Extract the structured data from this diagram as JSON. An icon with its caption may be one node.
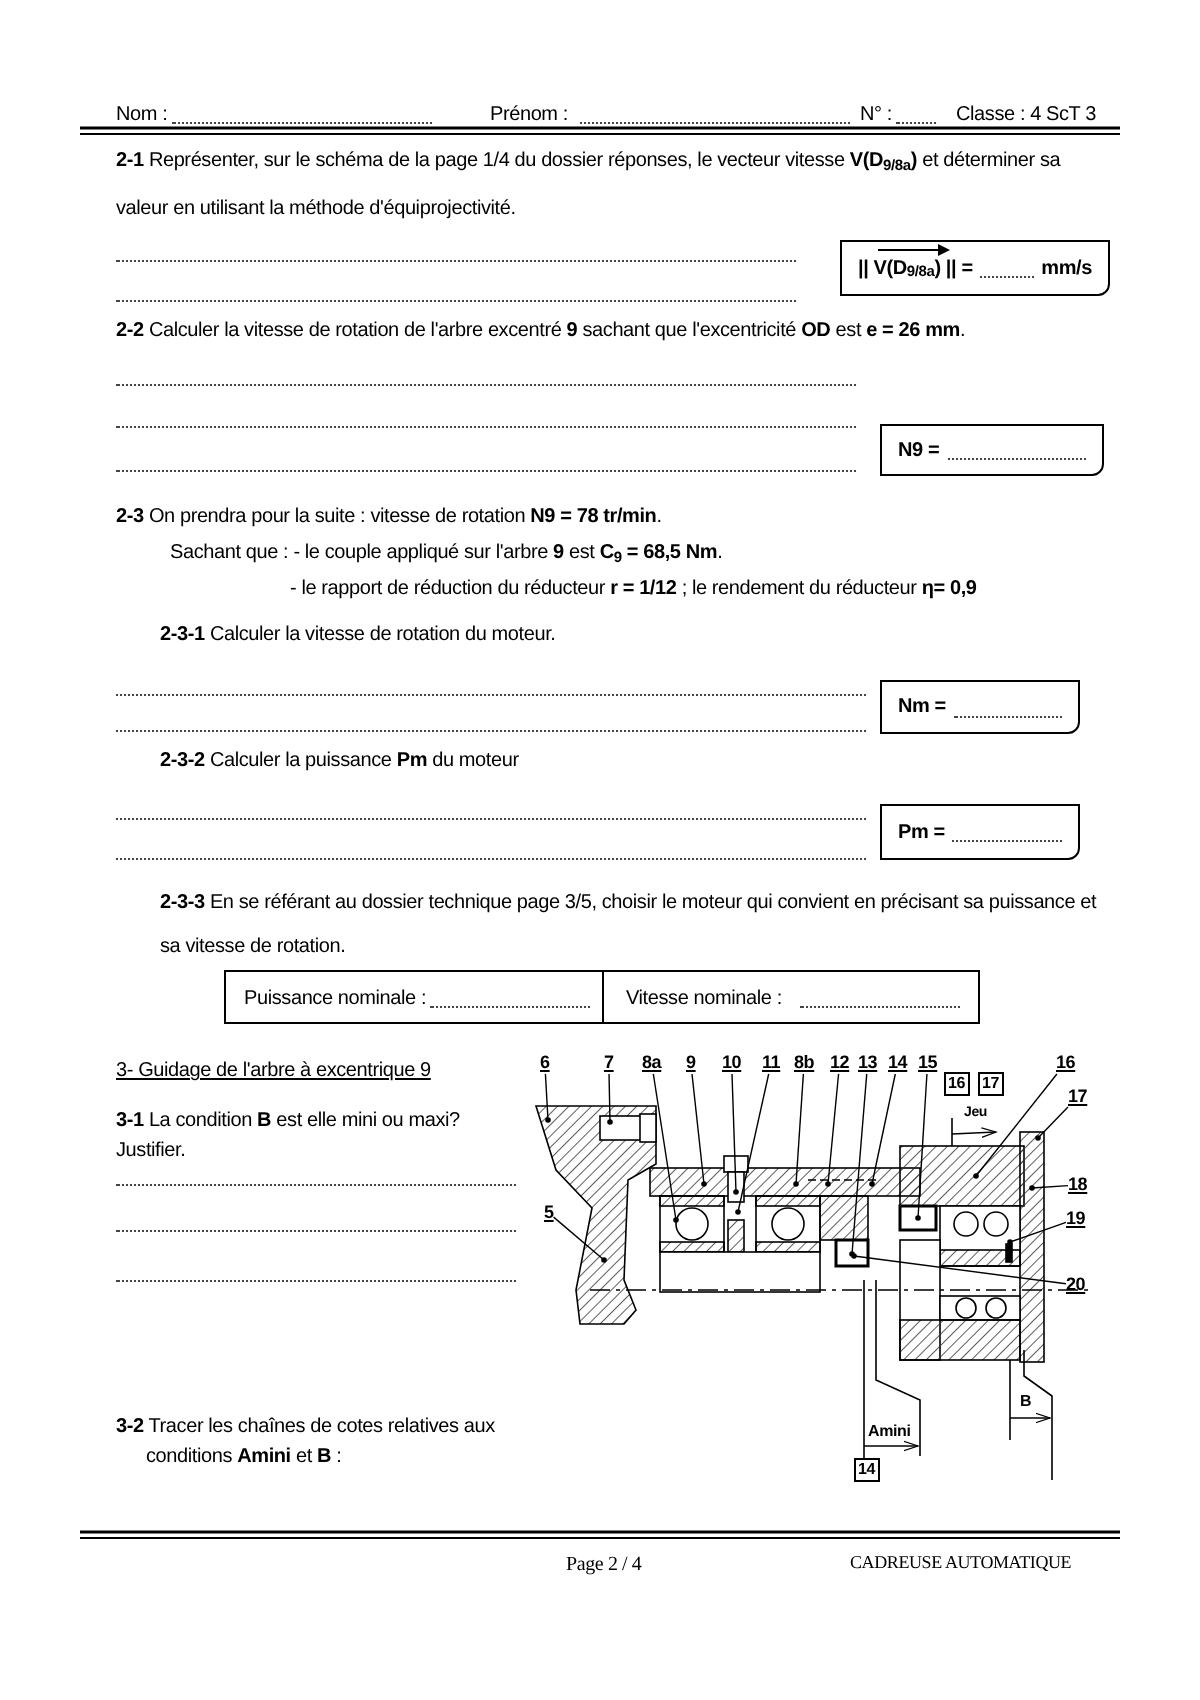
{
  "diagram": {
    "nodes": [
      {
        "text": [
          "|| V(D$_{9/8a}$) || =",
          "mm/s"
        ]
      },
      {
        "text": [
          "N9 ="
        ]
      },
      {
        "text": [
          "Nm ="
        ]
      },
      {
        "text": [
          "Pm ="
        ]
      },
      {
        "text": [
          "6"
        ]
      },
      {
        "text": [
          "7"
        ]
      },
      {
        "text": [
          "8a"
        ]
      },
      {
        "text": [
          "9"
        ]
      },
      {
        "text": [
          "10"
        ]
      },
      {
        "text": [
          "11"
        ]
      },
      {
        "text": [
          "8b"
        ]
      },
      {
        "text": [
          "12"
        ]
      },
      {
        "text": [
          "13"
        ]
      },
      {
        "text": [
          "14"
        ]
      },
      {
        "text": [
          "15"
        ]
      },
      {
        "text": [
          "16"
        ]
      },
      {
        "text": [
          "17"
        ]
      },
      {
        "text": [
          "18"
        ]
      },
      {
        "text": [
          "5"
        ]
      },
      {
        "text": [
          "19"
        ]
      },
      {
        "text": [
          "20"
        ]
      },
      {
        "text": [
          "16"
        ]
      },
      {
        "text": [
          "17"
        ]
      },
      {
        "text": [
          "14"
        ]
      }
    ],
    "edges": [
      {
        "from": 4,
        "to": null,
        "arrow": "other"
      },
      {
        "from": 5,
        "to": null,
        "arrow": "other"
      },
      {
        "from": 6,
        "to": null,
        "arrow": "other"
      },
      {
        "from": 7,
        "to": null,
        "arrow": "other"
      },
      {
        "from": 8,
        "to": null,
        "arrow": "other"
      },
      {
        "from": 9,
        "to": null,
        "arrow": "other"
      },
      {
        "from": 10,
        "to": null,
        "arrow": "other"
      },
      {
        "from": 11,
        "to": null,
        "arrow": "other"
      },
      {
        "from": 12,
        "to": null,
        "arrow": "other"
      },
      {
        "from": 13,
        "to": null,
        "arrow": "other"
      },
      {
        "from": 14,
        "to": null,
        "arrow": "other"
      },
      {
        "from": 15,
        "to": null,
        "arrow": "other"
      },
      {
        "from": 16,
        "to": null,
        "arrow": "other"
      },
      {
        "from": 17,
        "to": null,
        "arrow": "other"
      },
      {
        "from": 18,
        "to": null,
        "arrow": "other"
      },
      {
        "from": 19,
        "to": null,
        "arrow": "other"
      },
      {
        "from": 20,
        "to": null,
        "arrow": "other"
      }
    ],
    "labels": [
      "Nom :",
      "Prénom :",
      "N° :",
      "Classe : 4 ScT 3",
      "**2-1** Représenter, sur le schéma de la page 1/4 du dossier réponses, le vecteur vitesse **V(D$_{9/8a}$)** et déterminer sa valeur en utilisant la méthode d'équiprojectivité.",
      "**2-2** Calculer la vitesse de rotation de l'arbre excentré **9** sachant que l'excentricité **OD** est **e = 26 mm**.",
      "**2-3** On prendra pour la suite : vitesse de rotation **N9 = 78 tr/min**.",
      "Sachant que : - le couple appliqué sur l'arbre **9** est **C$_{9}$ = 68,5 Nm**.",
      "- le rapport de réduction du réducteur **r = 1/12** ; le rendement du réducteur **η= 0,9**",
      "**2-3-1** Calculer la vitesse de rotation du moteur.",
      "**2-3-2** Calculer la puissance **Pm** du moteur",
      "**2-3-3** En se référant au dossier technique page 3/5, choisir le moteur qui convient en précisant sa puissance et sa vitesse de rotation.",
      "Puissance nominale :",
      "Vitesse nominale :",
      "3- Guidage de l'arbre à excentrique 9",
      "**3-1** La condition **B** est elle mini ou maxi? Justifier.",
      "**3-2** Tracer les chaînes de cotes relatives aux conditions **Amini** et **B** :",
      "Jeu",
      "Amini",
      "B",
      "Page 2 / 4",
      "CADREUSE AUTOMATIQUE"
    ]
  }
}
